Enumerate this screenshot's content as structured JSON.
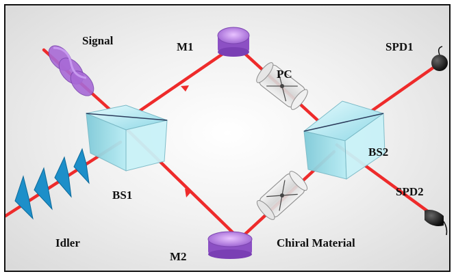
{
  "labels": {
    "signal": "Signal",
    "idler": "Idler",
    "m1": "M1",
    "m2": "M2",
    "bs1": "BS1",
    "bs2": "BS2",
    "pc": "PC",
    "spd1": "SPD1",
    "spd2": "SPD2",
    "chiral": "Chiral Material"
  },
  "colors": {
    "beam": "#ee2b2b",
    "signal_wave": "#a86ad6",
    "idler_wave": "#1d8fc9",
    "cube": "#aee8f2",
    "mirror": "#b47be0",
    "detector": "#1a1a1a"
  }
}
